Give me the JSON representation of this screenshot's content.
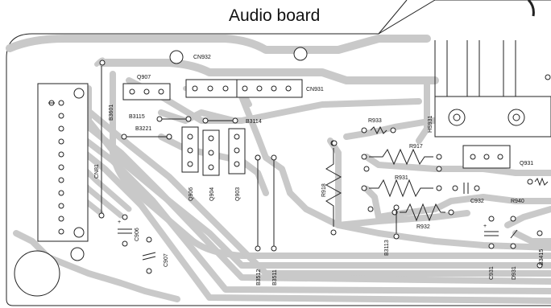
{
  "title": "Audio board",
  "labels": {
    "cn932": "CN932",
    "cn931": "CN931",
    "cn81": "CN81",
    "q907": "Q907",
    "q906": "Q906",
    "q904": "Q904",
    "q903": "Q903",
    "q931": "Q931",
    "b3601": "B3601",
    "b3115": "B3115",
    "b3221": "B3221",
    "b3114": "B3114",
    "b3113": "B3113",
    "b3512": "B3512",
    "b3511": "B3511",
    "b3415": "B3415",
    "hs931": "HS931",
    "r933": "R933",
    "r917": "R917",
    "r918": "R918",
    "r931": "R931",
    "r932": "R932",
    "r940": "R940",
    "c932": "C932",
    "c906": "C906",
    "c907": "C907",
    "c931": "C931",
    "d931": "D931"
  },
  "colors": {
    "trace": "#c9c9c9",
    "outline": "#222222",
    "pad": "#ffffff",
    "background": "#ffffff"
  }
}
